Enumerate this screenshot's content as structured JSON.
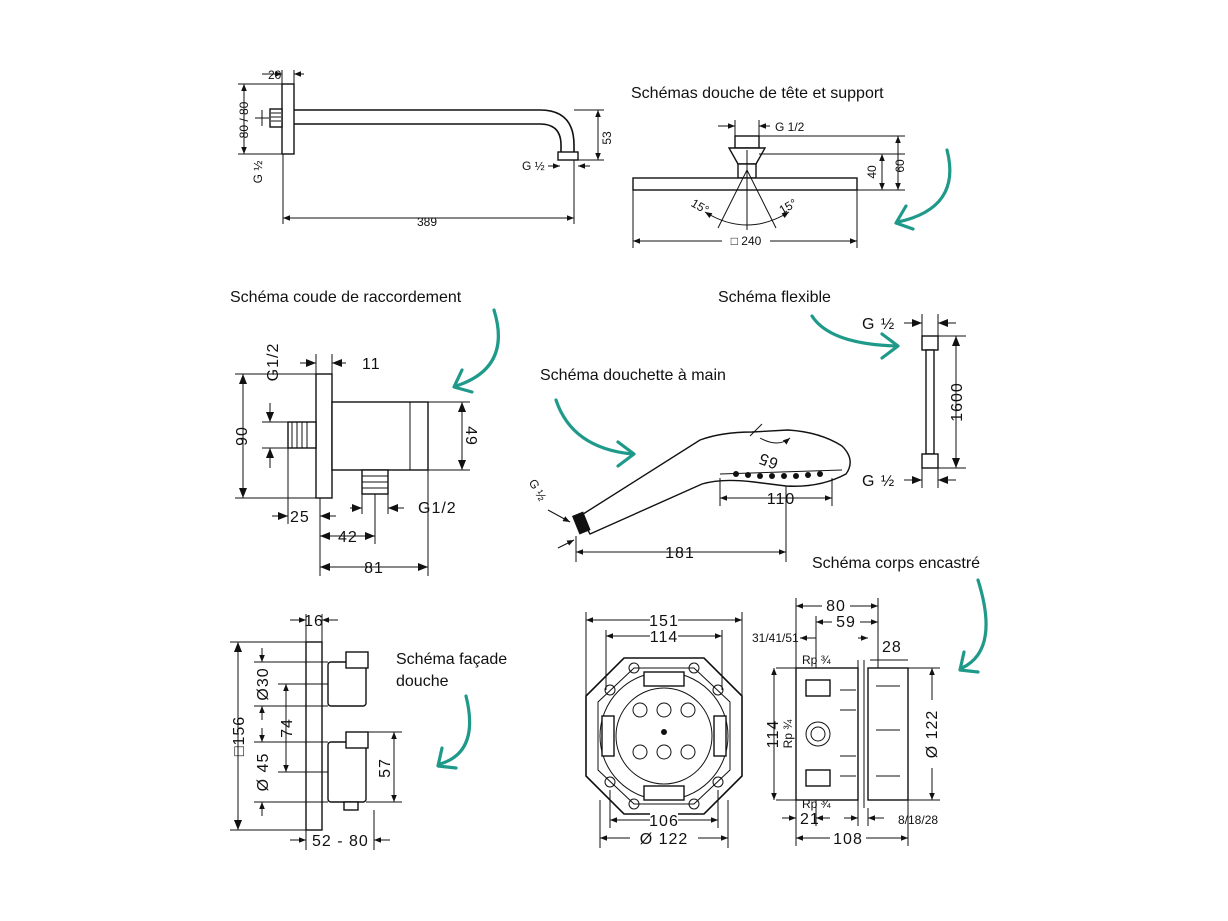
{
  "captions": {
    "head_shower": "Schémas douche de tête et support",
    "elbow": "Schéma coude de raccordement",
    "hose": "Schéma flexible",
    "hand_shower": "Schéma douchette à main",
    "body": "Schéma corps encastré",
    "facade_1": "Schéma façade",
    "facade_2": "douche"
  },
  "arm": {
    "d20": "20",
    "d8080": "80 / 80",
    "g": "G ½",
    "d389": "389",
    "g2": "G ½",
    "d53": "53"
  },
  "head": {
    "g": "G  1/2",
    "d40": "40",
    "d60": "60",
    "a1": "15°",
    "a2": "15°",
    "d240": "□ 240"
  },
  "elbow": {
    "g_top": "G1/2",
    "d11": "11",
    "d90": "90",
    "d49": "49",
    "d25": "25",
    "d42": "42",
    "g_bottom": "G1/2",
    "d81": "81"
  },
  "hand": {
    "d65": "65",
    "g": "G ½",
    "d110": "110",
    "d181": "181"
  },
  "hose": {
    "g_top": "G ½",
    "d1600": "1600",
    "g_bottom": "G ½"
  },
  "facade": {
    "d16": "16",
    "d156": "□156",
    "d30": "Ø30",
    "d74": "74",
    "d45": "Ø 45",
    "d57": "57",
    "d5280": "52 - 80"
  },
  "box_front": {
    "d151": "151",
    "d114": "114",
    "d106": "106",
    "d122": "Ø  122"
  },
  "box_side": {
    "d80": "80",
    "d59": "59",
    "d314151": "31/41/51",
    "d28": "28",
    "rp_top": "Rp ¾",
    "d114": "114",
    "rp_mid": "Rp ¾",
    "d122": "Ø  122",
    "rp_bottom": "Rp ¾",
    "d21": "21",
    "d81828": "8/18/28",
    "d108": "108"
  }
}
